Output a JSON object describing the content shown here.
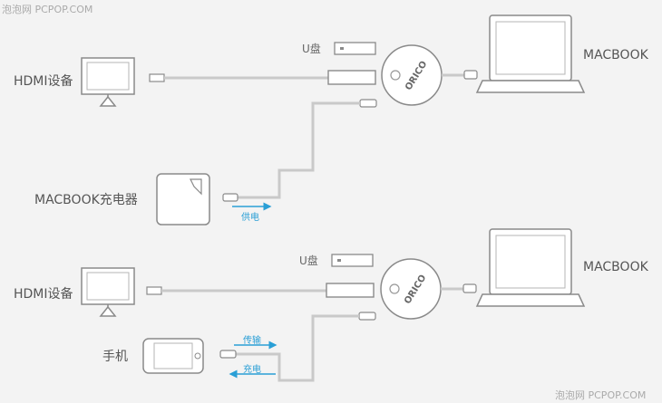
{
  "watermarks": {
    "top_left": "泡泡网 PCPOP.COM",
    "bottom_right": "泡泡网 PCPOP.COM"
  },
  "brand": "ORICO",
  "top_diagram": {
    "usb_label": "U盘",
    "hdmi_label": "HDMI设备",
    "laptop_label": "MACBOOK",
    "charger_label": "MACBOOK充电器",
    "power_flow_label": "供电"
  },
  "bottom_diagram": {
    "usb_label": "U盘",
    "hdmi_label": "HDMI设备",
    "laptop_label": "MACBOOK",
    "phone_label": "手机",
    "transfer_flow_label": "传输",
    "charge_flow_label": "充电"
  },
  "colors": {
    "stroke": "#8a8a8a",
    "cable": "#c9c9c9",
    "flow": "#2a9fd6",
    "text": "#555555"
  }
}
